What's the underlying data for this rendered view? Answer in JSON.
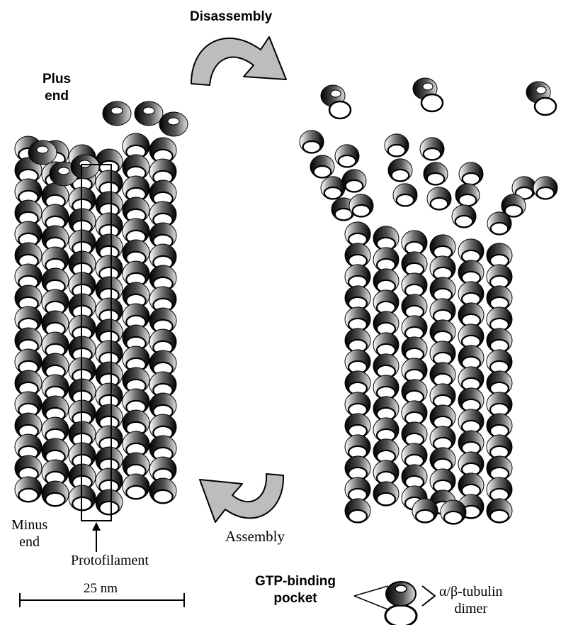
{
  "labels": {
    "disassembly": "Disassembly",
    "assembly": "Assembly",
    "plus_end": "Plus\nend",
    "minus_end": "Minus\nend",
    "protofilament": "Protofilament",
    "scale": "25 nm",
    "gtp_pocket": "GTP-binding\npocket",
    "dimer": "α/β-tubulin\ndimer"
  },
  "icons": {
    "cycle_arrows": "curved-arrow-icon",
    "dimer": "tubulin-dimer-icon"
  },
  "colors": {
    "ink": "#000000",
    "arrow_fill": "#bdbdbd",
    "highlight": "#ffffff"
  }
}
